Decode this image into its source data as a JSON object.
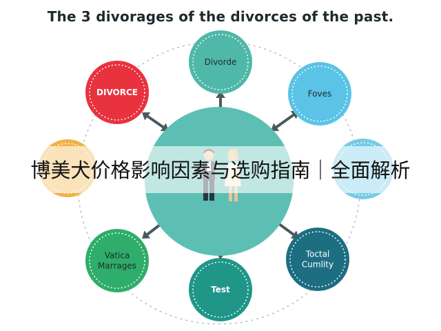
{
  "header": {
    "title": "The 3 divorages of the divorces of the past."
  },
  "diagram": {
    "center": {
      "label": "",
      "color": "#5dbfb4"
    },
    "nodes": [
      {
        "id": "divorde",
        "label": "Divorde",
        "color": "#4fb8a8",
        "text_color": "#1e2a2e"
      },
      {
        "id": "foves",
        "label": "Foves",
        "color": "#5bc3e6",
        "text_color": "#1e2a2e"
      },
      {
        "id": "right-hidden",
        "label": "",
        "color": "#76cbe6",
        "text_color": "#1e2a2e"
      },
      {
        "id": "toctal-cumlity",
        "label": "Toctal Cumlity",
        "color": "#1e6e82",
        "text_color": "#ffffff"
      },
      {
        "id": "test",
        "label": "Test",
        "color": "#1f9688",
        "text_color": "#ffffff"
      },
      {
        "id": "vatica-marrages",
        "label": "Vatica Marrages",
        "color": "#2fad6a",
        "text_color": "#1e2a2e"
      },
      {
        "id": "left-hidden",
        "label": "",
        "color": "#f2b24a",
        "text_color": "#1e2a2e"
      },
      {
        "id": "divorce",
        "label": "DIVORCE",
        "color": "#e8333e",
        "text_color": "#ffffff"
      }
    ],
    "arrow_color": "#4a5a5e",
    "ring_color": "#b8bfc2"
  },
  "overlay": {
    "text": "博美犬价格影响因素与选购指南｜全面解析"
  }
}
